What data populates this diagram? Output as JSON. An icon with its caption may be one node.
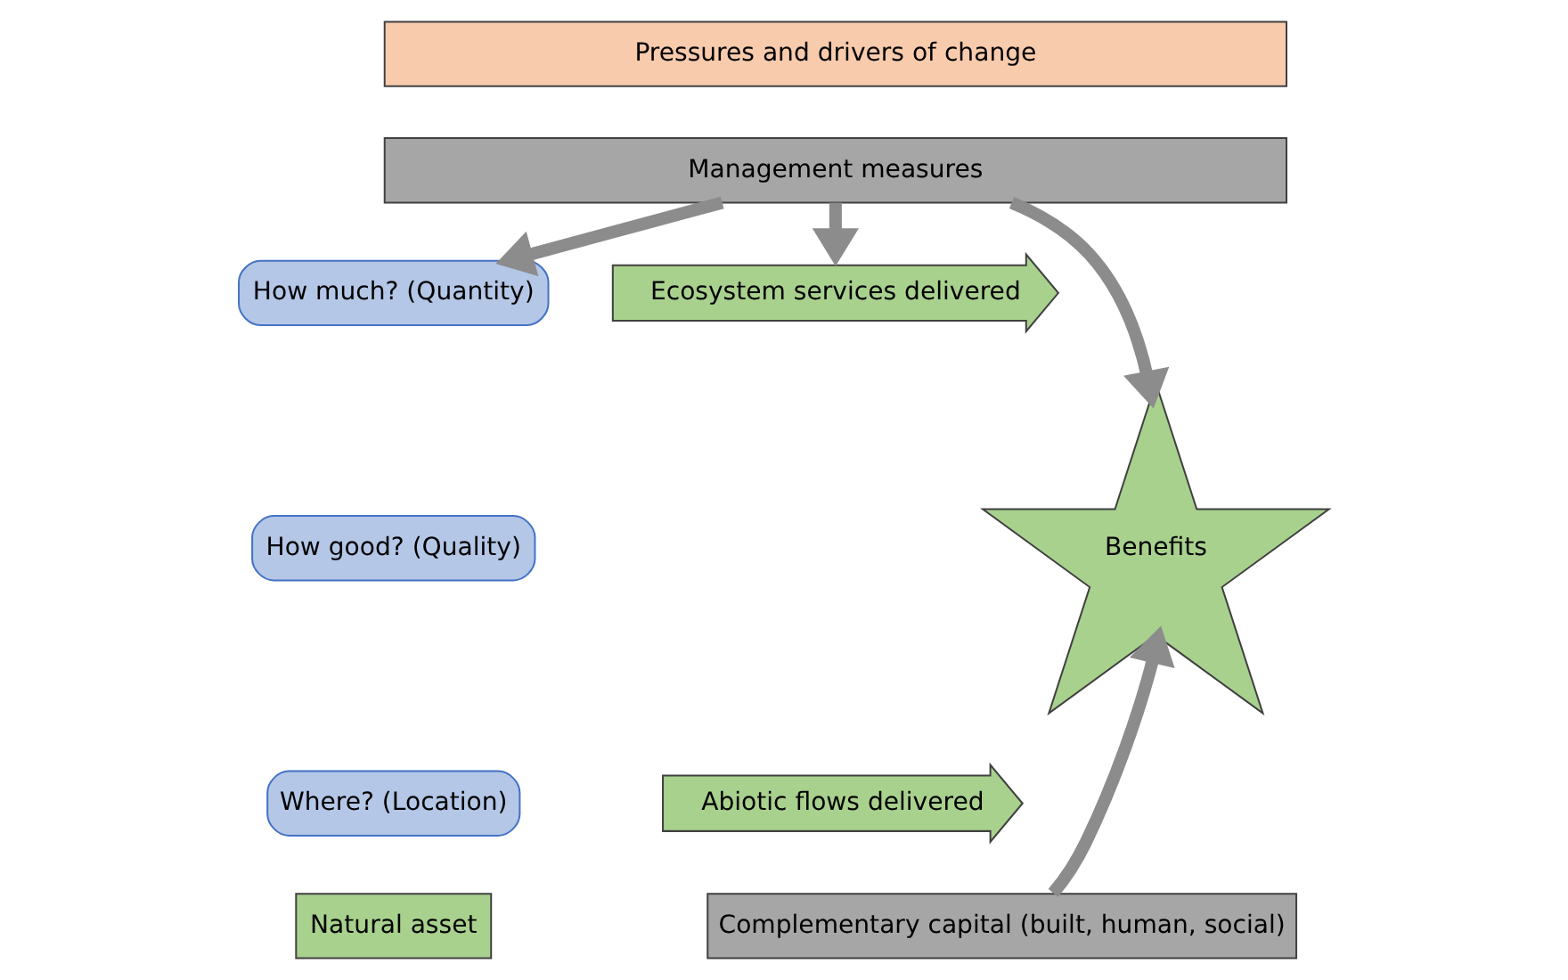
{
  "diagram": {
    "nodes": [
      {
        "text": [
          "Pressures and drivers of change"
        ]
      },
      {
        "text": [
          "Management measures"
        ]
      },
      {
        "text": [
          "How much? (Quantity)"
        ]
      },
      {
        "text": [
          "How good? (Quality)"
        ]
      },
      {
        "text": [
          "Where? (Location)"
        ]
      },
      {
        "text": [
          "Ecosystem services delivered"
        ]
      },
      {
        "text": [
          "Abiotic flows delivered"
        ]
      },
      {
        "text": [
          "Benefits"
        ]
      },
      {
        "text": [
          "Natural asset"
        ]
      },
      {
        "text": [
          "Complementary capital (built, human, social)"
        ]
      }
    ],
    "edges": [
      {
        "from": 1,
        "to": 2,
        "arrow": "to"
      },
      {
        "from": 1,
        "to": 5,
        "arrow": "to"
      },
      {
        "from": 1,
        "to": 7,
        "arrow": "to"
      },
      {
        "from": 9,
        "to": 7,
        "arrow": "to"
      }
    ]
  }
}
